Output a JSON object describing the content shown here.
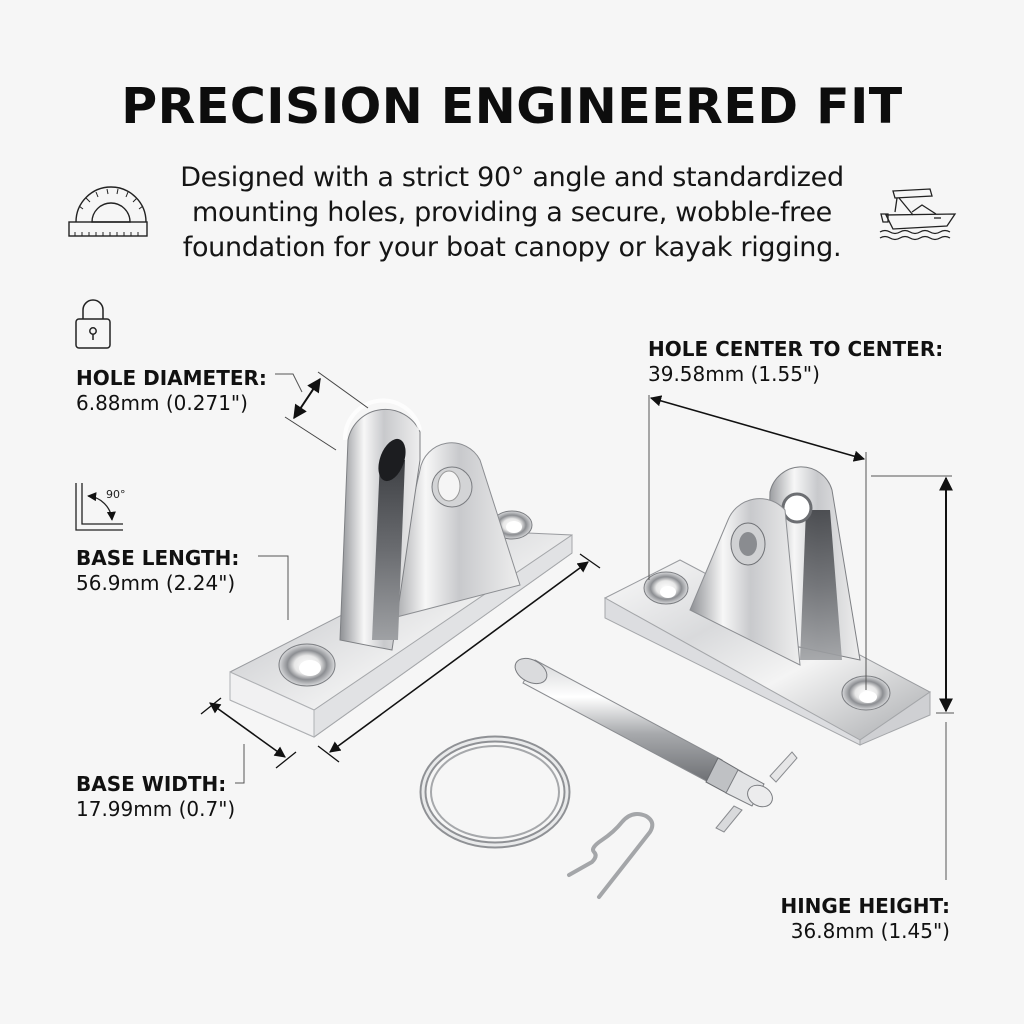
{
  "header": {
    "title": "PRECISION ENGINEERED FIT",
    "subtitle_lines": [
      "Designed with a strict 90° angle and standardized",
      "mounting holes, providing a secure, wobble-free",
      "foundation for your boat canopy or kayak rigging."
    ]
  },
  "icons": {
    "left_header": "protractor-icon",
    "right_header": "boat-icon",
    "hole_diameter": "padlock-icon",
    "base_length": "right-angle-90-icon",
    "right_angle_label": "90°"
  },
  "specs": {
    "hole_diameter": {
      "label": "HOLE DIAMETER:",
      "value": "6.88mm (0.271\")"
    },
    "base_length": {
      "label": "BASE LENGTH:",
      "value": "56.9mm (2.24\")"
    },
    "base_width": {
      "label": "BASE WIDTH:",
      "value": "17.99mm (0.7\")"
    },
    "hole_center": {
      "label": "HOLE CENTER TO CENTER:",
      "value": "39.58mm (1.55\")"
    },
    "hinge_height": {
      "label": "HINGE HEIGHT:",
      "value": "36.8mm (1.45\")"
    }
  },
  "product_parts": [
    "deck-hinge-left",
    "deck-hinge-right",
    "hinge-pin",
    "split-ring",
    "cotter-clip"
  ],
  "colors": {
    "background": "#f6f6f6",
    "text": "#111111",
    "metal_light": "#f2f2f2",
    "metal_mid": "#c4c6c8",
    "metal_dark": "#5a5c60"
  }
}
